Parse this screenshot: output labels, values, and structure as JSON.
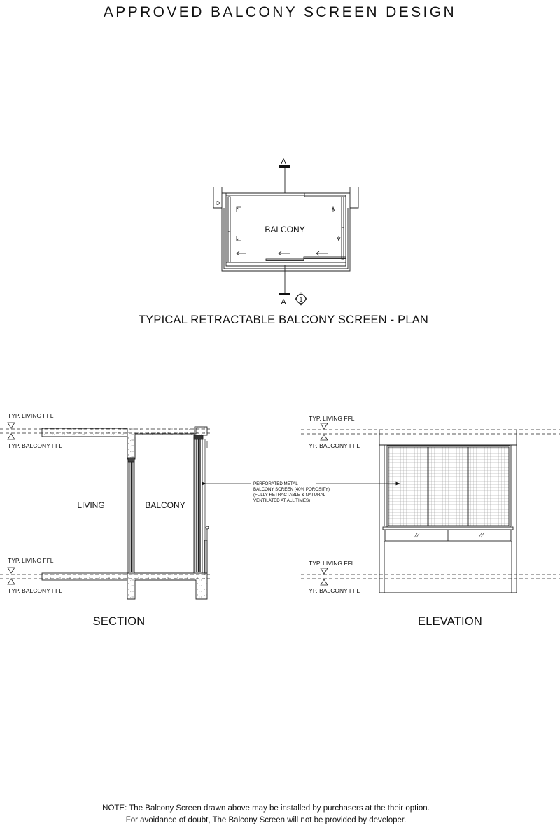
{
  "title": "APPROVED BALCONY SCREEN DESIGN",
  "plan": {
    "caption": "TYPICAL RETRACTABLE BALCONY SCREEN - PLAN",
    "room_label": "BALCONY",
    "section_marker_top": "A",
    "section_marker_bottom": "A",
    "detail_ref": "1"
  },
  "section": {
    "caption": "SECTION",
    "living_label": "LIVING",
    "balcony_label": "BALCONY",
    "level_top_upper": "TYP. LIVING FFL",
    "level_top_lower": "TYP. BALCONY FFL",
    "level_bottom_upper": "TYP. LIVING FFL",
    "level_bottom_lower": "TYP. BALCONY FFL",
    "annotation": [
      "PERFORATED METAL",
      "BALCONY SCREEN (40% POROSITY)",
      "(FULLY RETRACTABLE & NATURAL",
      "VENTILATED  AT ALL TIMES)"
    ]
  },
  "elevation": {
    "caption": "ELEVATION",
    "level_top_upper": "TYP. LIVING FFL",
    "level_top_lower": "TYP. BALCONY FFL",
    "level_bottom_upper": "TYP. LIVING FFL",
    "level_bottom_lower": "TYP. BALCONY FFL"
  },
  "note": {
    "line1": "NOTE: The Balcony Screen drawn above may be installed by purchasers at the their option.",
    "line2": "For avoidance of doubt, The Balcony Screen will not be provided by developer."
  }
}
